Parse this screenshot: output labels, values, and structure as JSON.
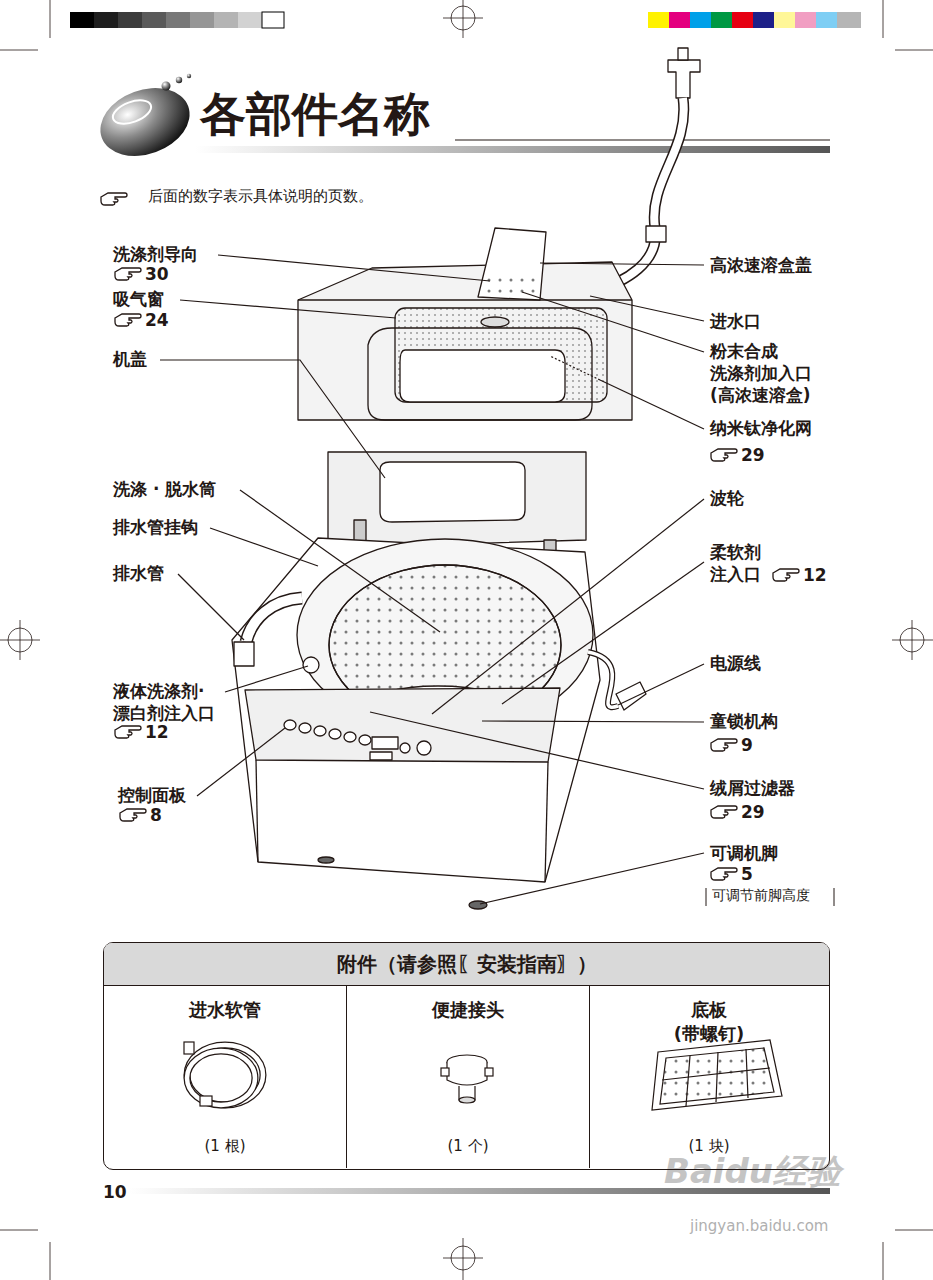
{
  "diagram": {
    "title": "各部件名称",
    "nodes": [
      {
        "text": [
          "附件（请参照〖安装指南〗）"
        ]
      },
      {
        "text": [
          "进水软管",
          "(1 根)"
        ],
        "in": 0
      },
      {
        "text": [
          "便捷接头",
          "(1 个)"
        ],
        "in": 0
      },
      {
        "text": [
          "底板 (带螺钉)",
          "(1 块)"
        ],
        "in": 0
      }
    ],
    "labels": [
      "后面的数字表示具体说明的页数。",
      "洗涤剂导向",
      "30",
      "吸气窗",
      "24",
      "机盖",
      "洗涤 · 脱水筒",
      "排水管挂钩",
      "排水管",
      "液体洗涤剂· 漂白剂注入口",
      "12",
      "控制面板",
      "8",
      "高浓速溶盒盖",
      "进水口",
      "粉末合成 洗涤剂加入口 (高浓速溶盒)",
      "纳米钛净化网",
      "29",
      "波轮",
      "柔软剂 注入口",
      "12",
      "电源线",
      "童锁机构",
      "9",
      "绒屑过滤器",
      "29",
      "可调机脚",
      "5",
      "可调节前脚高度",
      "10",
      "Baidu经验",
      "jingyan.baidu.com"
    ]
  }
}
